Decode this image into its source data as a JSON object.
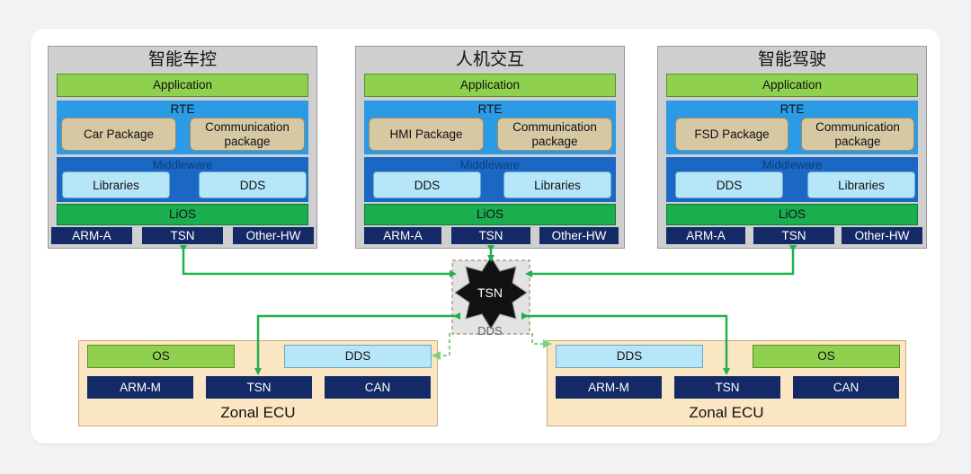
{
  "stacks": [
    {
      "title": "智能车控",
      "application": "Application",
      "rte": "RTE",
      "packages": [
        "Car Package",
        "Communication package"
      ],
      "middleware": "Middleware",
      "mw_items": [
        "Libraries",
        "DDS"
      ],
      "lios": "LiOS",
      "hw": [
        "ARM-A",
        "TSN",
        "Other-HW"
      ]
    },
    {
      "title": "人机交互",
      "application": "Application",
      "rte": "RTE",
      "packages": [
        "HMI Package",
        "Communication package"
      ],
      "middleware": "Middleware",
      "mw_items": [
        "DDS",
        "Libraries"
      ],
      "lios": "LiOS",
      "hw": [
        "ARM-A",
        "TSN",
        "Other-HW"
      ]
    },
    {
      "title": "智能驾驶",
      "application": "Application",
      "rte": "RTE",
      "packages": [
        "FSD Package",
        "Communication package"
      ],
      "middleware": "Middleware",
      "mw_items": [
        "DDS",
        "Libraries"
      ],
      "lios": "LiOS",
      "hw": [
        "ARM-A",
        "TSN",
        "Other-HW"
      ]
    }
  ],
  "hub": {
    "label": "TSN",
    "sublabel": "DDS"
  },
  "zonals": [
    {
      "title": "Zonal ECU",
      "os": "OS",
      "dds": "DDS",
      "hw": [
        "ARM-M",
        "TSN",
        "CAN"
      ]
    },
    {
      "title": "Zonal ECU",
      "os": "OS",
      "dds": "DDS",
      "hw": [
        "ARM-M",
        "TSN",
        "CAN"
      ]
    }
  ],
  "colors": {
    "link_green": "#22b04b",
    "hub_fill": "#111111",
    "application": "#8fd14f",
    "rte": "#2b9be6",
    "middleware": "#1b67c4",
    "lios": "#1aae4f",
    "hardware": "#132a66",
    "zonal": "#fbe6c4"
  }
}
